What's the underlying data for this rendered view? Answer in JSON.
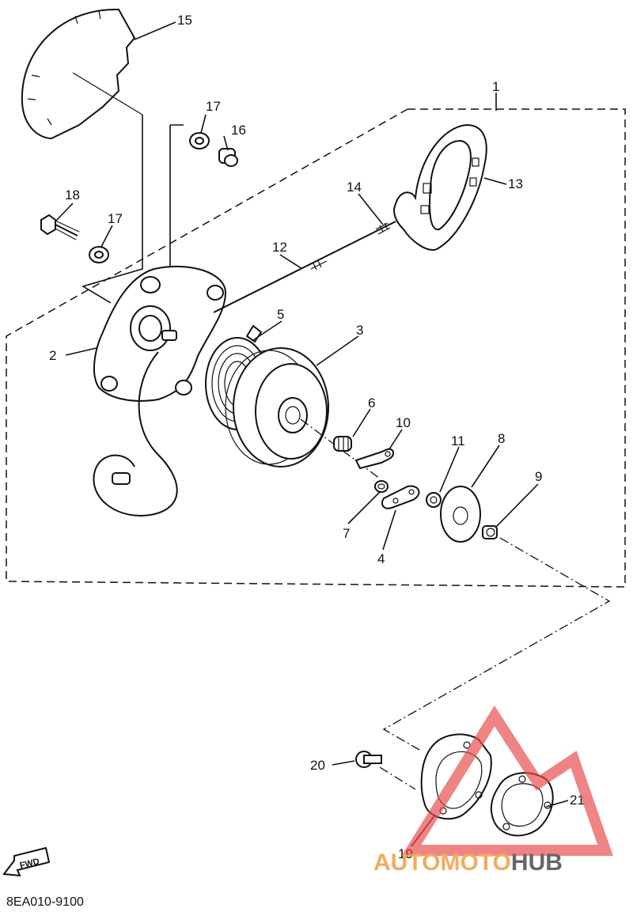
{
  "diagram_code": "8EA010-9100",
  "fwd_label": "FWD",
  "watermark": {
    "part1": "AUTOMOTO",
    "part2": "HUB",
    "color1": "#f2a24c",
    "color2": "#555555",
    "triangle_color": "#e84a4a"
  },
  "callouts": [
    {
      "id": "c1",
      "label": "1"
    },
    {
      "id": "c2",
      "label": "2"
    },
    {
      "id": "c3",
      "label": "3"
    },
    {
      "id": "c4",
      "label": "4"
    },
    {
      "id": "c5",
      "label": "5"
    },
    {
      "id": "c6",
      "label": "6"
    },
    {
      "id": "c7",
      "label": "7"
    },
    {
      "id": "c8",
      "label": "8"
    },
    {
      "id": "c9",
      "label": "9"
    },
    {
      "id": "c10",
      "label": "10"
    },
    {
      "id": "c11",
      "label": "11"
    },
    {
      "id": "c12",
      "label": "12"
    },
    {
      "id": "c13",
      "label": "13"
    },
    {
      "id": "c14",
      "label": "14"
    },
    {
      "id": "c15",
      "label": "15"
    },
    {
      "id": "c16",
      "label": "16"
    },
    {
      "id": "c17a",
      "label": "17"
    },
    {
      "id": "c17b",
      "label": "17"
    },
    {
      "id": "c18",
      "label": "18"
    },
    {
      "id": "c19",
      "label": "19"
    },
    {
      "id": "c20",
      "label": "20"
    },
    {
      "id": "c21",
      "label": "21"
    }
  ]
}
